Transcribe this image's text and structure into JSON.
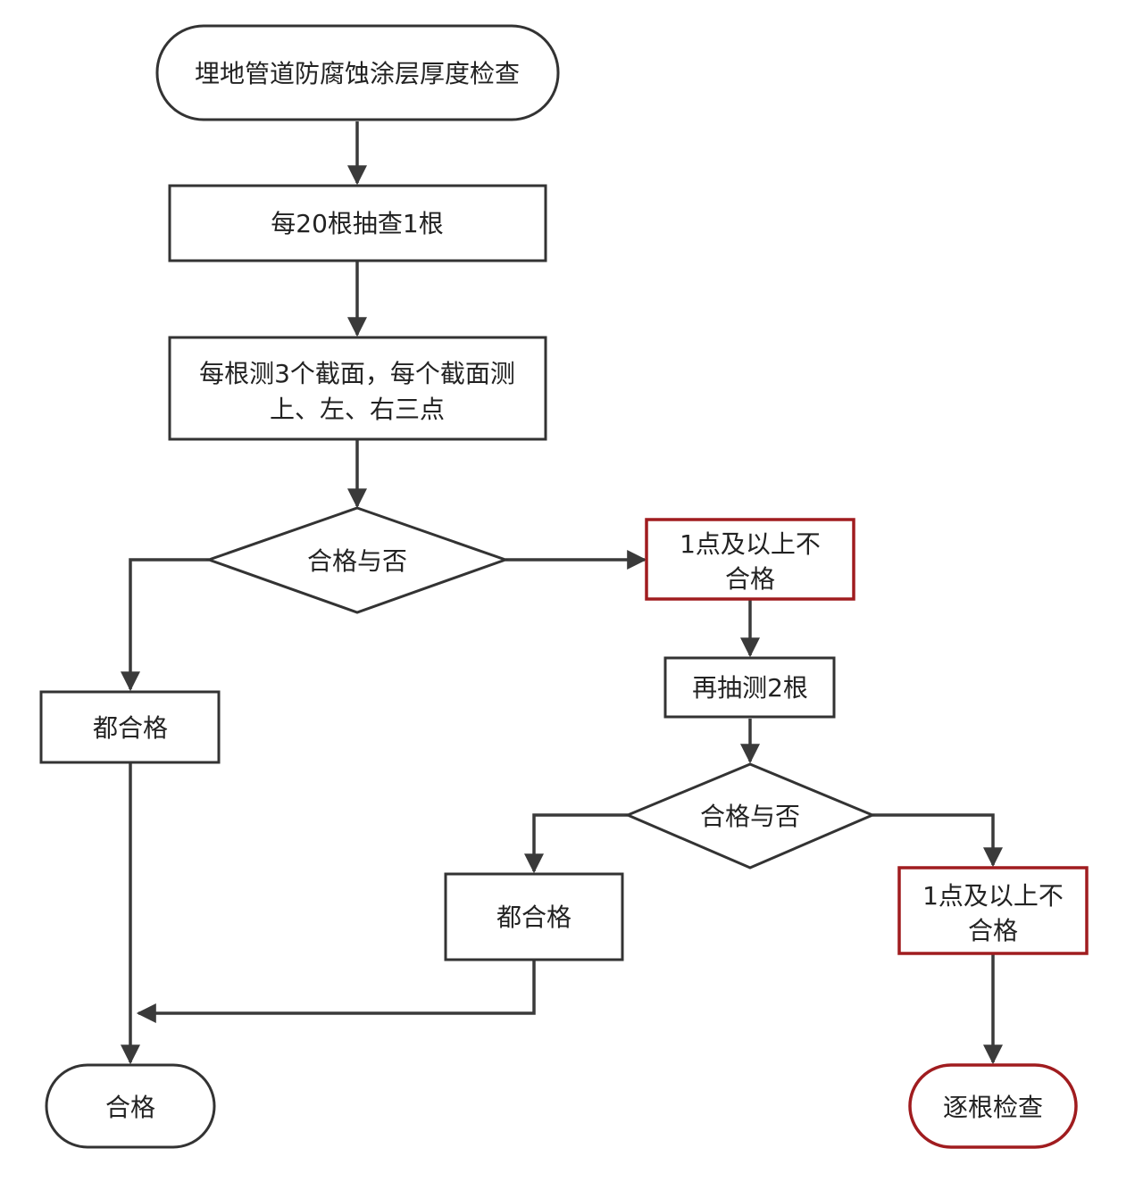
{
  "nodes": {
    "start": "埋地管道防腐蚀涂层厚度检查",
    "sample": "每20根抽查1根",
    "measure_line1": "每根测3个截面，每个截面测",
    "measure_line2": "上、左、右三点",
    "decision1": "合格与否",
    "fail1_line1": "1点及以上不",
    "fail1_line2": "合格",
    "pass1": "都合格",
    "resample": "再抽测2根",
    "decision2": "合格与否",
    "pass2": "都合格",
    "fail2_line1": "1点及以上不",
    "fail2_line2": "合格",
    "end_pass": "合格",
    "end_inspect": "逐根检查"
  },
  "colors": {
    "stroke": "#333333",
    "edge": "#3a3a3a",
    "highlight": "#a01c1f",
    "text": "#222222"
  }
}
